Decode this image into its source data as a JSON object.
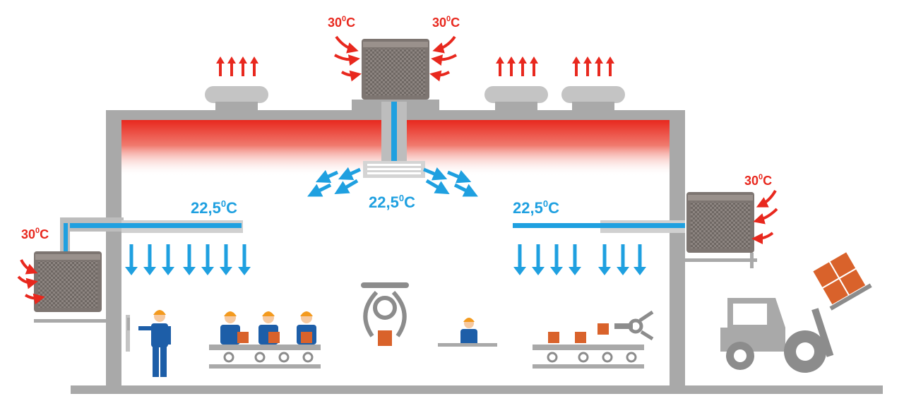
{
  "colors": {
    "building": "#a9a9a9",
    "hot": "#e8281e",
    "cool": "#1fa0e0",
    "cooler_body": "#7d7571",
    "worker_shirt": "#1d5ea8",
    "helmet": "#f39a1e",
    "box": "#d9622b"
  },
  "labels": {
    "outside_temp": "30",
    "outside_temp_unit": "C",
    "inside_temp": "22,5",
    "inside_temp_unit": "C",
    "degree_mark": "0"
  },
  "icons": [
    "roof-vent-icon",
    "evaporative-cooler-icon",
    "ceiling-diffuser-icon",
    "worker-icon",
    "conveyor-belt-icon",
    "robot-gripper-icon",
    "robot-arm-icon",
    "forklift-icon",
    "box-icon"
  ]
}
